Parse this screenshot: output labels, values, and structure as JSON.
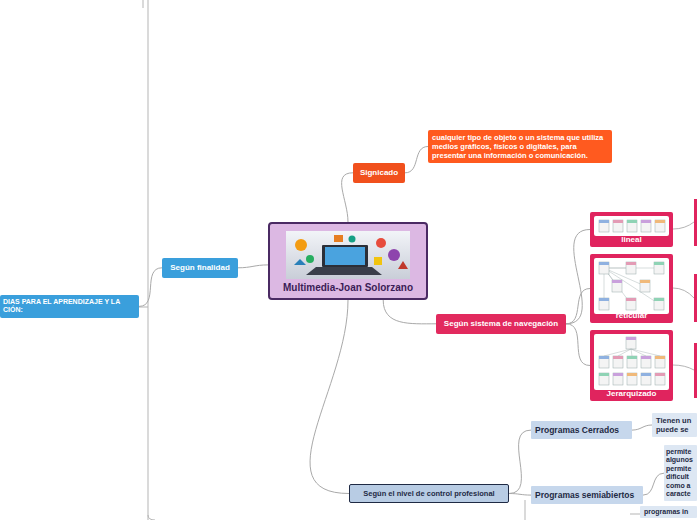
{
  "diagram": {
    "nodes": [
      {
        "text": [
          "Multimedia-Joan Solorzano"
        ]
      },
      {
        "text": [
          "Signicado"
        ]
      },
      {
        "text": [
          "cualquier tipo de objeto o un sistema que utiliza medios gráficos, físicos o digitales, para presentar una información o comunicación."
        ]
      },
      {
        "text": [
          "Según finalidad"
        ]
      },
      {
        "text": [
          "DIAS PARA EL APRENDIZAJE Y LA CIÓN:"
        ]
      },
      {
        "text": [
          "Según sistema de navegación"
        ]
      },
      {
        "text": [
          "lineal"
        ]
      },
      {
        "text": [
          "reticular"
        ]
      },
      {
        "text": [
          "Jerarquizado"
        ]
      },
      {
        "text": [
          "Según el nivel de control profesional"
        ]
      },
      {
        "text": [
          "Programas Cerrados"
        ]
      },
      {
        "text": [
          "Tienen un puede se"
        ]
      },
      {
        "text": [
          "Programas semiabiertos"
        ]
      },
      {
        "text": [
          "permite algunos permite dificult como a caracte"
        ]
      },
      {
        "text": [
          "programas in"
        ]
      }
    ],
    "edges": [
      {
        "from": 0,
        "to": 1,
        "arrow": "none"
      },
      {
        "from": 1,
        "to": 2,
        "arrow": "none"
      },
      {
        "from": 0,
        "to": 3,
        "arrow": "none"
      },
      {
        "from": 3,
        "to": 4,
        "arrow": "none"
      },
      {
        "from": 0,
        "to": 5,
        "arrow": "none"
      },
      {
        "from": 5,
        "to": 6,
        "arrow": "none"
      },
      {
        "from": 5,
        "to": 7,
        "arrow": "none"
      },
      {
        "from": 5,
        "to": 8,
        "arrow": "none"
      },
      {
        "from": 0,
        "to": 9,
        "arrow": "none"
      },
      {
        "from": 9,
        "to": 10,
        "arrow": "none"
      },
      {
        "from": 9,
        "to": 12,
        "arrow": "none"
      },
      {
        "from": 10,
        "to": 11,
        "arrow": "none"
      },
      {
        "from": 12,
        "to": 13,
        "arrow": "none"
      }
    ]
  }
}
